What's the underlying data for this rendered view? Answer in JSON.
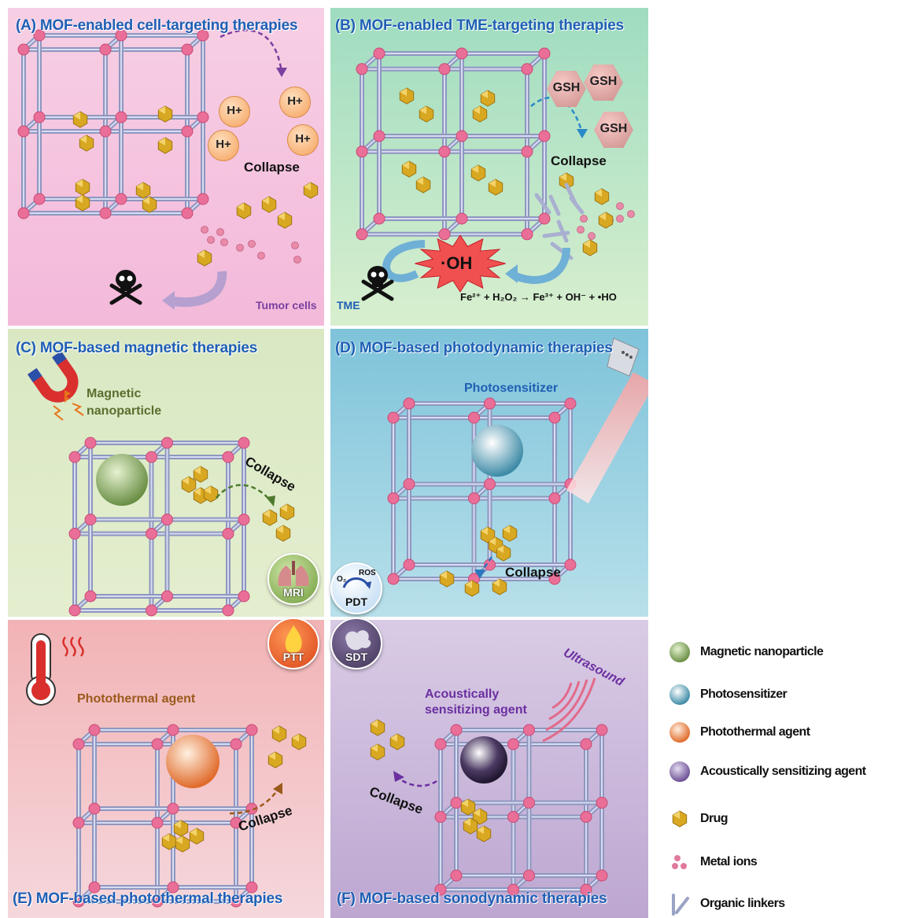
{
  "panels": {
    "a": {
      "title": "(A) MOF-enabled cell-targeting therapies",
      "ions": [
        "H+",
        "H+",
        "H+",
        "H+"
      ],
      "collapse": "Collapse",
      "context": "Tumor cells",
      "colors": {
        "bg_top": "#f7cfe4",
        "bg_bottom": "#f3b9da",
        "accent": "#7b3fa0"
      }
    },
    "b": {
      "title": "(B) MOF-enabled TME-targeting therapies",
      "gsh": [
        "GSH",
        "GSH",
        "GSH"
      ],
      "collapse": "Collapse",
      "radical": "·OH",
      "reaction": "Fe²⁺ + H₂O₂ → Fe³⁺ + OH⁻ + •HO",
      "context": "TME",
      "colors": {
        "bg_top": "#9fdcc0",
        "bg_bottom": "#d8efcf",
        "accent": "#2a89c8"
      }
    },
    "c": {
      "title": "(C) MOF-based magnetic therapies",
      "agent_label": "Magnetic nanoparticle",
      "collapse": "Collapse",
      "badge": "MRI",
      "colors": {
        "bg_top": "#d9e8c3",
        "bg_bottom": "#e4eecf",
        "agent": "#7da25a"
      }
    },
    "d": {
      "title": "(D) MOF-based photodynamic therapies",
      "agent_label": "Photosensitizer",
      "collapse": "Collapse",
      "badge": "PDT",
      "badge_o2": "O₂",
      "badge_ros": "ROS",
      "colors": {
        "bg_top": "#7ec3da",
        "bg_bottom": "#b8e0ea",
        "agent": "#5fa9c2"
      }
    },
    "e": {
      "title": "(E) MOF-based photothermal therapies",
      "agent_label": "Photothermal agent",
      "collapse": "Collapse",
      "badge": "PTT",
      "colors": {
        "bg_top": "#f2b3b5",
        "bg_bottom": "#f5d7dc",
        "agent": "#f08a4b"
      }
    },
    "f": {
      "title": "(F) MOF-based sonodynamic therapies",
      "agent_label_1": "Acoustically",
      "agent_label_2": "sensitizing agent",
      "stimulus": "Ultrasound",
      "collapse": "Collapse",
      "badge": "SDT",
      "colors": {
        "bg_top": "#d9cbe5",
        "bg_bottom": "#bda7d1",
        "agent": "#4b3a63"
      }
    }
  },
  "legend": {
    "items": [
      {
        "label": "Magnetic nanoparticle",
        "icon": "green-sphere-icon",
        "color": "#7da25a"
      },
      {
        "label": "Photosensitizer",
        "icon": "blue-sphere-icon",
        "color": "#5fa9c2"
      },
      {
        "label": "Photothermal agent",
        "icon": "orange-sphere-icon",
        "color": "#f08a4b"
      },
      {
        "label": "Acoustically sensitizing agent",
        "icon": "purple-sphere-icon",
        "color": "#6b4f93"
      },
      {
        "label": "Drug",
        "icon": "drug-icon",
        "color": "#d4a017"
      },
      {
        "label": "Metal ions",
        "icon": "metal-ion-icon",
        "color": "#e07a9a"
      },
      {
        "label": "Organic linkers",
        "icon": "linker-icon",
        "color": "#9aa3c4"
      }
    ]
  }
}
